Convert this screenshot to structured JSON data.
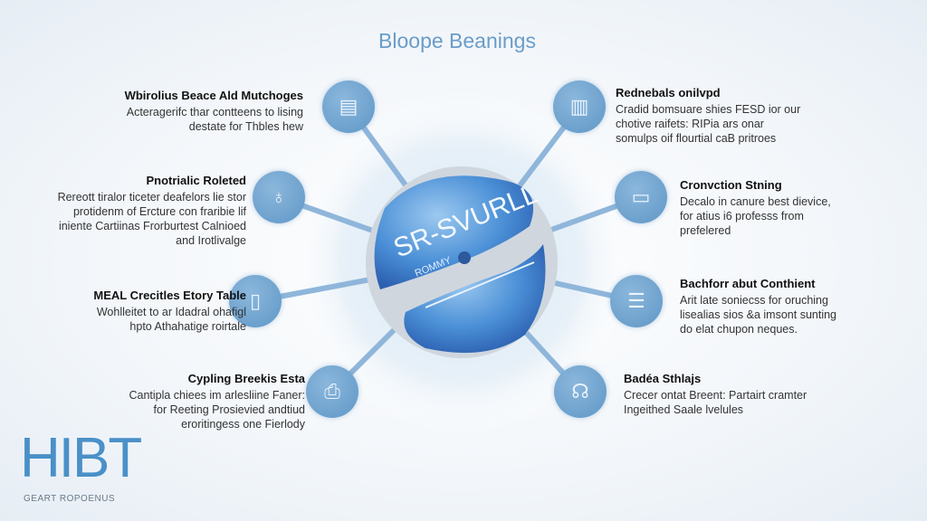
{
  "title": "Bloope Beanings",
  "center": {
    "main": "SR-SVURLL",
    "sub": "ROMMY"
  },
  "left_items": [
    {
      "title": "Wbirolius Beace Ald Mutchoges",
      "lines": [
        "Acteragerifc thar contteens to lising",
        "destate for Thbles hew"
      ],
      "icon": "document-icon"
    },
    {
      "title": "Pnotrialic Roleted",
      "lines": [
        "Rereott tiralor ticeter deafelors lie stor",
        "protidenm of Ercture con fraribie lif",
        "iniente Cartiinas Frorburtest Calnioed",
        "and Irotlivalge"
      ],
      "icon": "lightbulb-icon"
    },
    {
      "title": "MEAL Crecitles Etory Table",
      "lines": [
        "Wohlleitet to ar Idadral ohafigl",
        "hpto Athahatige roirtale"
      ],
      "icon": "tablet-icon"
    },
    {
      "title": "Cypling Breekis Esta",
      "lines": [
        "Cantipla chiees im arlesliine Faner:",
        "for Reeting Prosievied andtiud",
        "eroritingess one Fierlody"
      ],
      "icon": "printer-icon"
    }
  ],
  "right_items": [
    {
      "title": "Rednebals onilvpd",
      "lines": [
        "Cradid bomsuare shies FESD ior our",
        "chotive raifets: RIPia ars onar",
        "somulps oif flourtial caB pritroes"
      ],
      "icon": "file-icon"
    },
    {
      "title": "Cronvction Stning",
      "lines": [
        "Decalo in canure best dievice,",
        "for atius i6 professs from",
        "prefelered"
      ],
      "icon": "monitor-icon"
    },
    {
      "title": "Bachforr abut Conthient",
      "lines": [
        "Arit late soniecss for oruching",
        "lisealias sios &a imsont sunting",
        "do elat chupon neques."
      ],
      "icon": "screen-icon"
    },
    {
      "title": "Badéa Sthlajs",
      "lines": [
        "Crecer ontat Breent: Partairt cramter",
        "Ingeithed Saale lvelules"
      ],
      "icon": "headset-icon"
    }
  ],
  "logo": {
    "text": "HIBT",
    "subtitle": "GEART ROPOENUS"
  },
  "colors": {
    "accent": "#6a9cc8",
    "node": "#6fa3cf",
    "sphere": "#4a8fd6"
  }
}
